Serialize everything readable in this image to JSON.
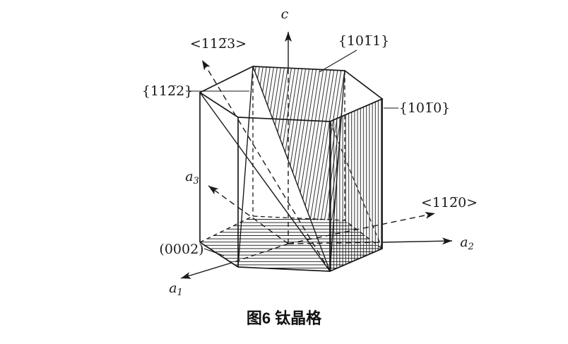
{
  "figure": {
    "caption": "图6 钛晶格",
    "ink": "#1a1a1a",
    "background": "#ffffff"
  },
  "axes": {
    "c": {
      "label": "c"
    },
    "a1": {
      "base": "a",
      "sub": "1"
    },
    "a2": {
      "base": "a",
      "sub": "2"
    },
    "a3": {
      "base": "a",
      "sub": "3"
    }
  },
  "directions": {
    "slip_1123": "<112̅3>",
    "slip_1120": "<112̅0>"
  },
  "planes": {
    "pyramidal_1011": "{101̅1}",
    "pyramidal_1122": "{112̅2}",
    "prismatic_1010": "{101̅0}",
    "basal_0002": "(0002)"
  }
}
